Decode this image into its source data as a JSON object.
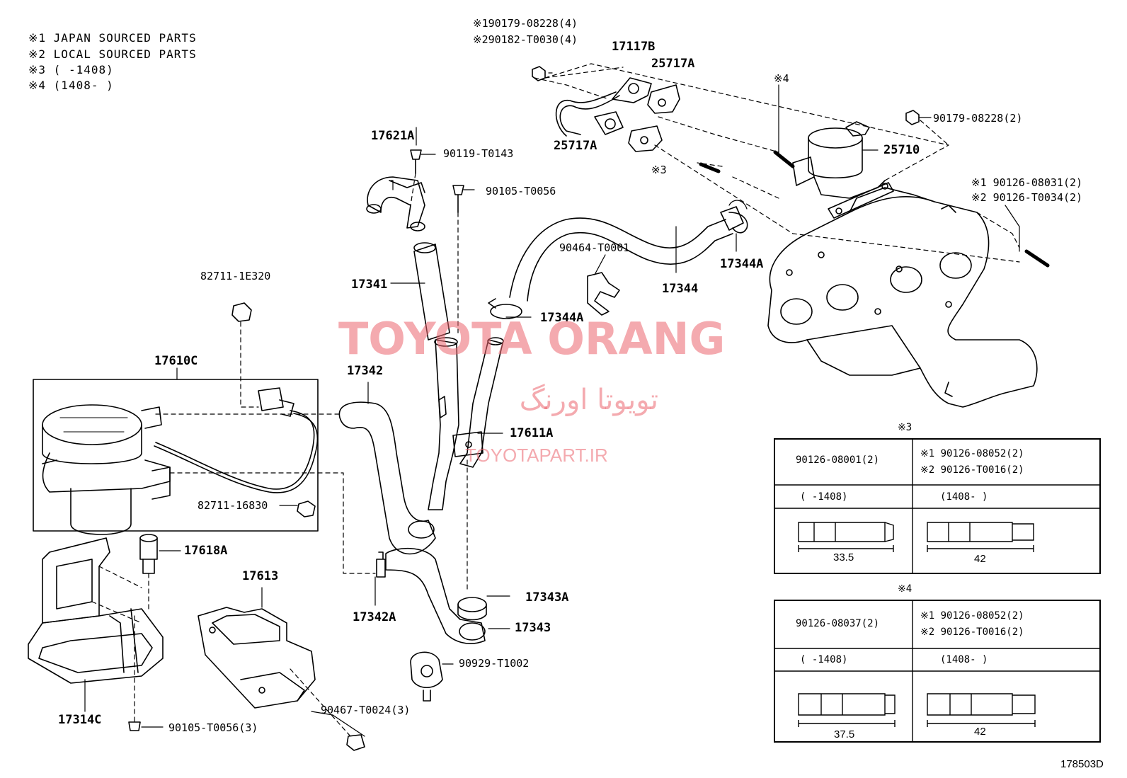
{
  "notes": [
    "※1 JAPAN SOURCED PARTS",
    "※2 LOCAL SOURCED PARTS",
    "※3 (      -1408)",
    "※4 (1408-      )"
  ],
  "labels": {
    "p190179": "※190179-08228(4)",
    "p290182": "※290182-T0030(4)",
    "p17117B": "17117B",
    "p25717A_top": "25717A",
    "p25717A_mid": "25717A",
    "p17621A": "17621A",
    "p90119": "90119-T0143",
    "p90105a": "90105-T0056",
    "pnote4": "※4",
    "p90179": "90179-08228(2)",
    "p25710": "25710",
    "pnote3": "※3",
    "p90126_1": "※1 90126-08031(2)",
    "p90126_2": "※2 90126-T0034(2)",
    "p82711a": "82711-1E320",
    "p17341": "17341",
    "p90464": "90464-T0001",
    "p17344": "17344",
    "p17344A_r": "17344A",
    "p17344A_l": "17344A",
    "p17610C": "17610C",
    "p17342": "17342",
    "p17611A": "17611A",
    "p82711b": "82711-16830",
    "p17618A": "17618A",
    "p17613": "17613",
    "p17342A": "17342A",
    "p17343A": "17343A",
    "p17343": "17343",
    "p90929": "90929-T1002",
    "p90467": "90467-T0024(3)",
    "p17314C": "17314C",
    "p90105b": "90105-T0056(3)",
    "diagram_id": "178503D"
  },
  "watermark": {
    "main": "TOYOTA ORANG",
    "persian": "تویوتا اورنگ",
    "url": "TOYOTAPART.IR"
  },
  "tables": [
    {
      "marker": "※3",
      "left_part": "90126-08001(2)",
      "right_part_1": "※1 90126-08052(2)",
      "right_part_2": "※2 90126-T0016(2)",
      "left_range": "(      -1408)",
      "right_range": "(1408-      )",
      "left_dim": "33.5",
      "right_dim": "42"
    },
    {
      "marker": "※4",
      "left_part": "90126-08037(2)",
      "right_part_1": "※1 90126-08052(2)",
      "right_part_2": "※2 90126-T0016(2)",
      "left_range": "(      -1408)",
      "right_range": "(1408-      )",
      "left_dim": "37.5",
      "right_dim": "42"
    }
  ]
}
